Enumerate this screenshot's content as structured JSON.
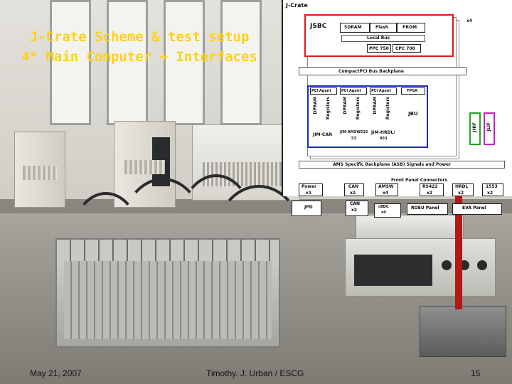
{
  "slide": {
    "title_line1": "J-Crate Scheme & test setup",
    "title_line2": "4* Main Computer + Interfaces",
    "title_color": "#ffd21a"
  },
  "footer": {
    "date": "May 21, 2007",
    "author": "Timothy. J. Urban / ESCG",
    "page": "15"
  },
  "diagram": {
    "title": "J-Crate",
    "multiplier_top": "x4",
    "jsbc": "JSBC",
    "sdram": "SDRAM",
    "flash": "Flash",
    "prom": "PROM",
    "local_bus": "Local Bus",
    "ppc750": "PPC 750",
    "cpc700": "CPC 700",
    "cpci_backplane": "CompactPCI Bus Backplane",
    "pci_agent": "PCI Agent",
    "fpga": "FPGA",
    "dpram": "DPRAM",
    "registers": "Registers",
    "jbu": "JBU",
    "jim_can": "JIM-CAN",
    "jim_amsw": "JIM-AMSWS15",
    "jim_amsw_count": "53",
    "jim_hrdl": "JIM-HRDL/",
    "jim_hrdl_sub": "453",
    "jhif": "JHIF",
    "jlif": "JLIF",
    "asb": "AMS Specific Backplane (ASB) Signals and Power",
    "front_panel": "Front Panel Connectors",
    "connectors": [
      {
        "name": "Power",
        "count": "x1"
      },
      {
        "name": "CAN",
        "count": "x2"
      },
      {
        "name": "AMSW",
        "count": "x4"
      },
      {
        "name": "RS422",
        "count": "x2"
      },
      {
        "name": "HRDL",
        "count": "x2"
      },
      {
        "name": "1553",
        "count": "x2"
      }
    ],
    "jpd": "JPD",
    "can2": "CAN",
    "can2_count": "x2",
    "cbdc": "cBDC",
    "cbdc_count": "x4",
    "roeu": "ROEU Panel",
    "eva": "EVA Panel",
    "colors": {
      "jsbc_border": "#d81b1b",
      "pci_border": "#1b2fb8",
      "jhif_border": "#1fa81f",
      "jlif_border": "#c81fc8"
    }
  }
}
